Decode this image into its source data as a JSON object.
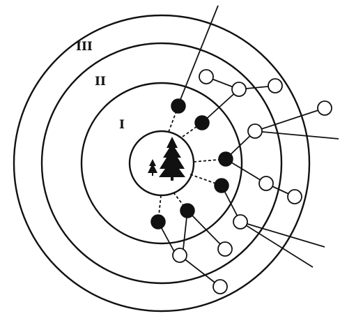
{
  "zones": [
    {
      "label": "I"
    },
    {
      "label": "II"
    },
    {
      "label": "III"
    }
  ],
  "colors": {
    "ink": "#111111",
    "paper": "#ffffff"
  },
  "center_icon": "trees-icon"
}
